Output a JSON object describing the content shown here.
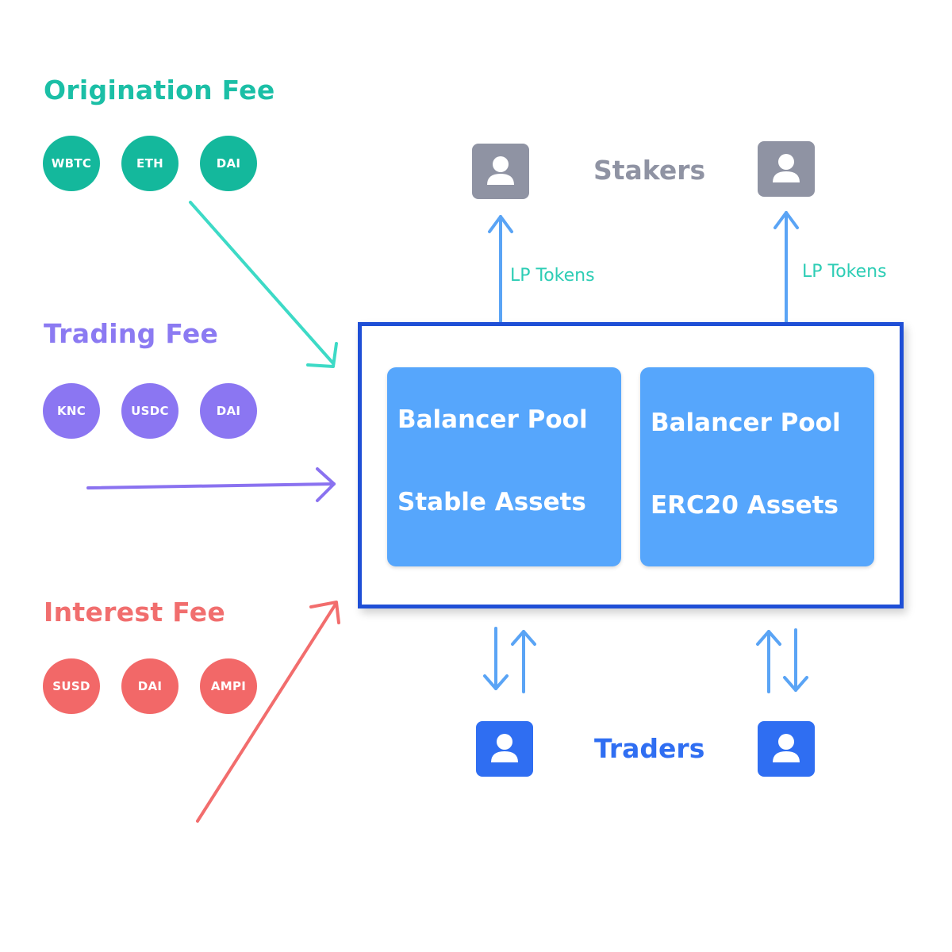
{
  "fees": {
    "origination": {
      "title": "Origination Fee",
      "color": "#1bbfa6",
      "arrow_color": "#3ddac6",
      "coins": [
        "WBTC",
        "ETH",
        "DAI"
      ]
    },
    "trading": {
      "title": "Trading Fee",
      "color": "#8b7af2",
      "arrow_color": "#8a72f0",
      "coins": [
        "KNC",
        "USDC",
        "DAI"
      ]
    },
    "interest": {
      "title": "Interest Fee",
      "color": "#f16e6e",
      "arrow_color": "#f26d6d",
      "coins": [
        "SUSD",
        "DAI",
        "AMPI"
      ]
    }
  },
  "pools": [
    {
      "line1": "Balancer Pool",
      "line2": "Stable Assets"
    },
    {
      "line1": "Balancer Pool",
      "line2": "ERC20 Assets"
    }
  ],
  "stakers": {
    "label": "Stakers",
    "color": "#8f93a3"
  },
  "traders": {
    "label": "Traders",
    "color": "#2f6ef2"
  },
  "lp_tokens": [
    "LP Tokens",
    "LP Tokens"
  ],
  "colors": {
    "pool_border": "#1f4fd6",
    "pool_card": "#56a6fc",
    "flow_arrow": "#5aa4f5",
    "lp_label": "#2ecdb5"
  }
}
